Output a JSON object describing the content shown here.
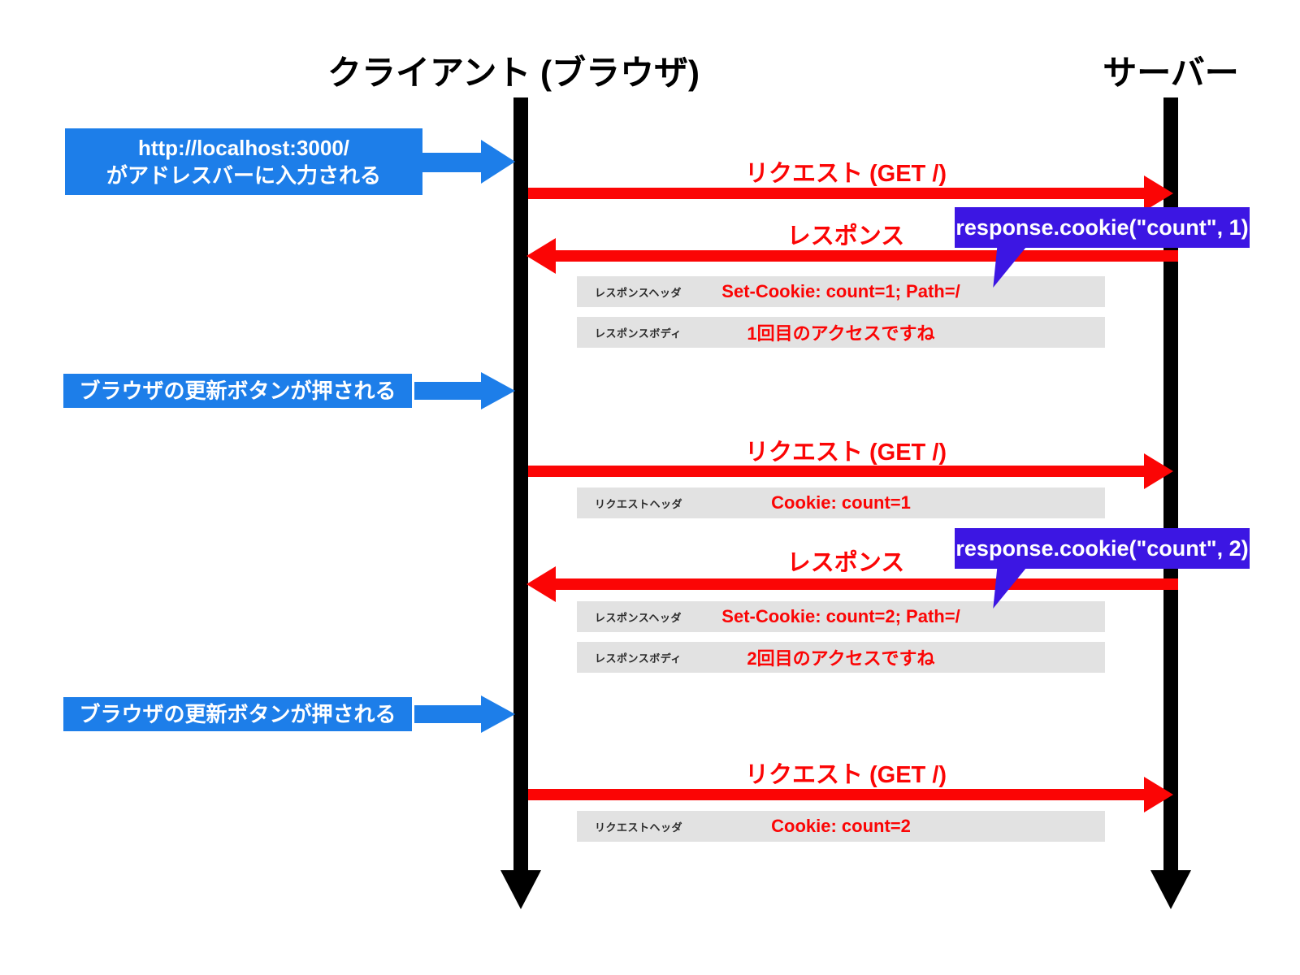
{
  "actors": {
    "client": {
      "label": "クライアント (ブラウザ)"
    },
    "server": {
      "label": "サーバー"
    }
  },
  "client_events": [
    {
      "line1": "http://localhost:3000/",
      "line2": "がアドレスバーに入力される"
    },
    {
      "line1": "ブラウザの更新ボタンが押される"
    },
    {
      "line1": "ブラウザの更新ボタンが押される"
    }
  ],
  "messages": [
    {
      "label": "リクエスト (GET /)",
      "direction": "client-to-server"
    },
    {
      "label": "レスポンス",
      "direction": "server-to-client"
    },
    {
      "label": "リクエスト (GET /)",
      "direction": "client-to-server"
    },
    {
      "label": "レスポンス",
      "direction": "server-to-client"
    },
    {
      "label": "リクエスト (GET /)",
      "direction": "client-to-server"
    }
  ],
  "info_boxes": [
    {
      "key": "レスポンスヘッダ",
      "value": "Set-Cookie: count=1; Path=/"
    },
    {
      "key": "レスポンスボディ",
      "value": "1回目のアクセスですね"
    },
    {
      "key": "リクエストヘッダ",
      "value": "Cookie: count=1"
    },
    {
      "key": "レスポンスヘッダ",
      "value": "Set-Cookie: count=2; Path=/"
    },
    {
      "key": "レスポンスボディ",
      "value": "2回目のアクセスですね"
    },
    {
      "key": "リクエストヘッダ",
      "value": "Cookie: count=2"
    }
  ],
  "callouts": [
    {
      "code": "response.cookie(\"count\", 1)"
    },
    {
      "code": "response.cookie(\"count\", 2)"
    }
  ],
  "colors": {
    "event_blue": "#1d7ee9",
    "message_red": "#fb0505",
    "callout_purple": "#3c16e3",
    "info_gray": "#e2e2e2",
    "lifeline_black": "#000000"
  }
}
